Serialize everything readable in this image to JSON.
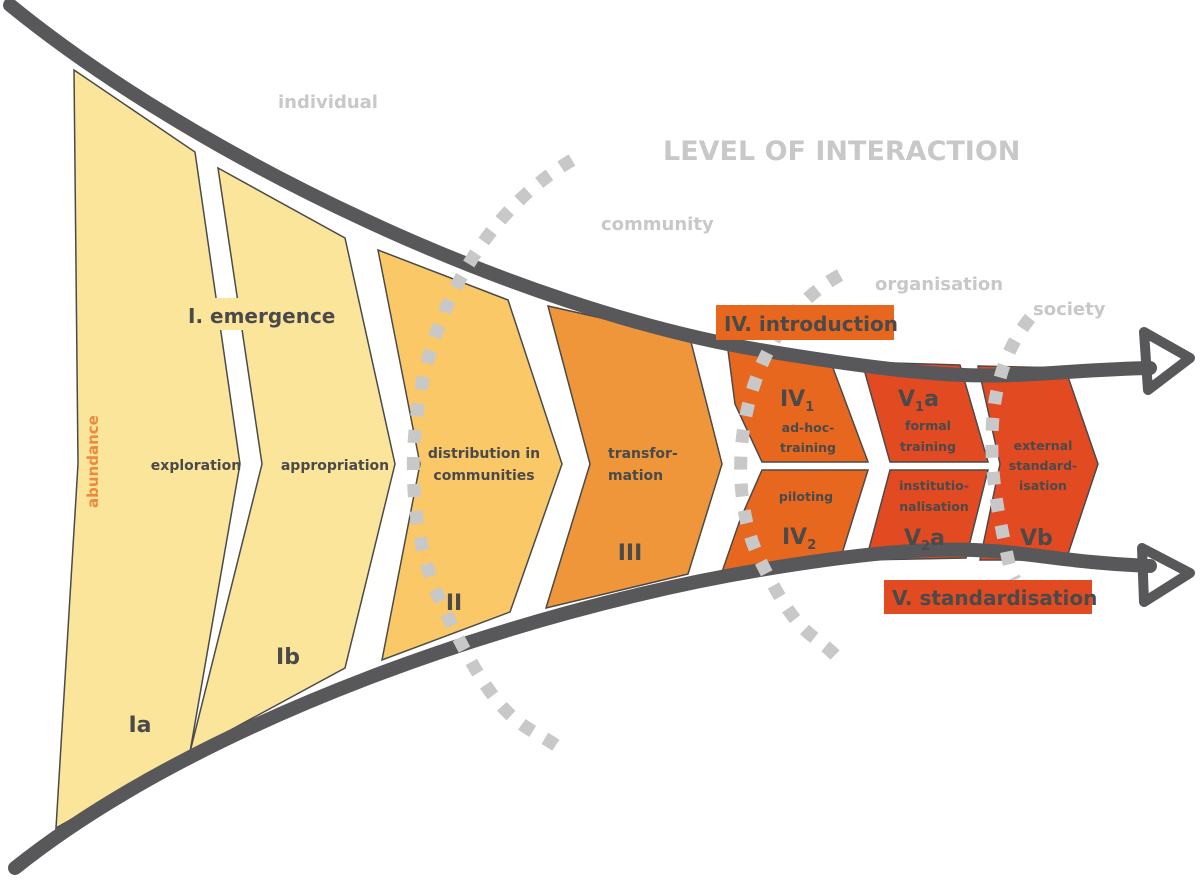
{
  "title": "LEVEL OF INTERACTION",
  "levels": {
    "individual": "individual",
    "community": "community",
    "organisation": "organisation",
    "society": "society"
  },
  "side_label": "abundance",
  "phases": {
    "emergence": "I. emergence",
    "introduction": "IV. introduction",
    "standardisation": "V. standardisation"
  },
  "stages": {
    "ia": {
      "code": "Ia",
      "label": "exploration"
    },
    "ib": {
      "code": "Ib",
      "label": "appropriation"
    },
    "ii": {
      "code": "II",
      "label_line1": "distribution in",
      "label_line2": "communities"
    },
    "iii": {
      "code": "III",
      "label_line1": "transfor-",
      "label_line2": "mation"
    },
    "iv1": {
      "code": "IV",
      "sub": "1",
      "label_line1": "ad-hoc-",
      "label_line2": "training"
    },
    "iv2": {
      "code": "IV",
      "sub": "2",
      "label": "piloting"
    },
    "v1a": {
      "code_main": "V",
      "sub": "1",
      "code_suffix": "a",
      "label_line1": "formal",
      "label_line2": "training"
    },
    "v2a": {
      "code_main": "V",
      "sub": "2",
      "code_suffix": "a",
      "label_line1": "institutio-",
      "label_line2": "nalisation"
    },
    "vb": {
      "code": "Vb",
      "label_line1": "external",
      "label_line2": "standard-",
      "label_line3": "isation"
    }
  },
  "colors": {
    "stage_i": "#fbe59b",
    "stage_ii": "#fac866",
    "stage_iii": "#f0963a",
    "stage_iv": "#e8671f",
    "stage_v": "#e24a22",
    "funnel": "#58585a",
    "level_grey": "#c8c8c8",
    "text_dark": "#4a4a4a",
    "abundance": "#ee8a3c"
  }
}
